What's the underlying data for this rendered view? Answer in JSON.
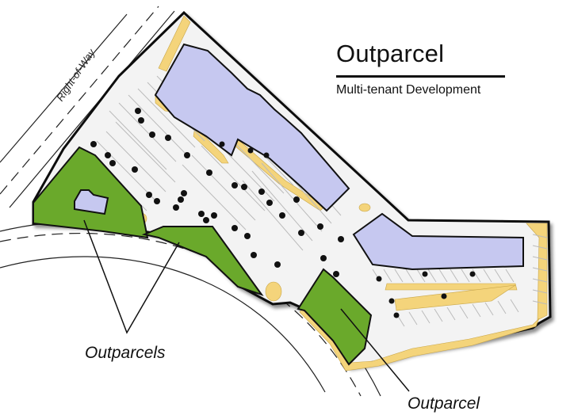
{
  "title": "Outparcel",
  "subtitle": "Multi-tenant Development",
  "labels": {
    "right_of_way": "Right-of-Way",
    "outparcels": "Outparcels",
    "outparcel": "Outparcel"
  },
  "colors": {
    "site": "#f3f3f3",
    "building": "#c6c8f0",
    "green_space": "#6aa92b",
    "landscape": "#f4d47b",
    "tree": "#111111",
    "outline": "#111111"
  }
}
